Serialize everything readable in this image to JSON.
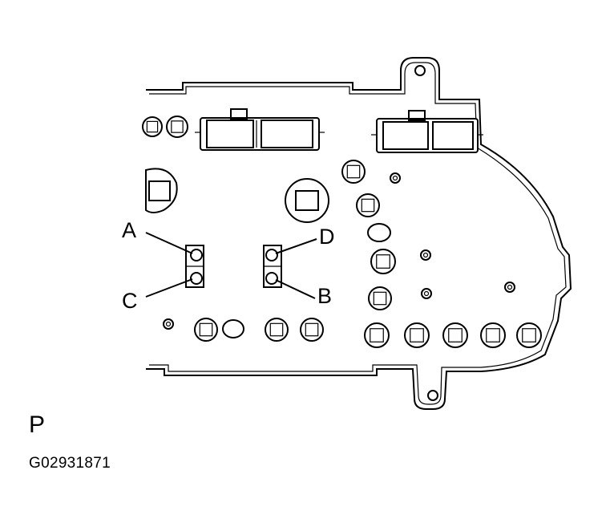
{
  "callouts": {
    "a": "A",
    "b": "B",
    "c": "C",
    "d": "D"
  },
  "caption": {
    "letter": "P",
    "code": "G02931871"
  },
  "colors": {
    "line": "#000000",
    "background": "#ffffff"
  }
}
